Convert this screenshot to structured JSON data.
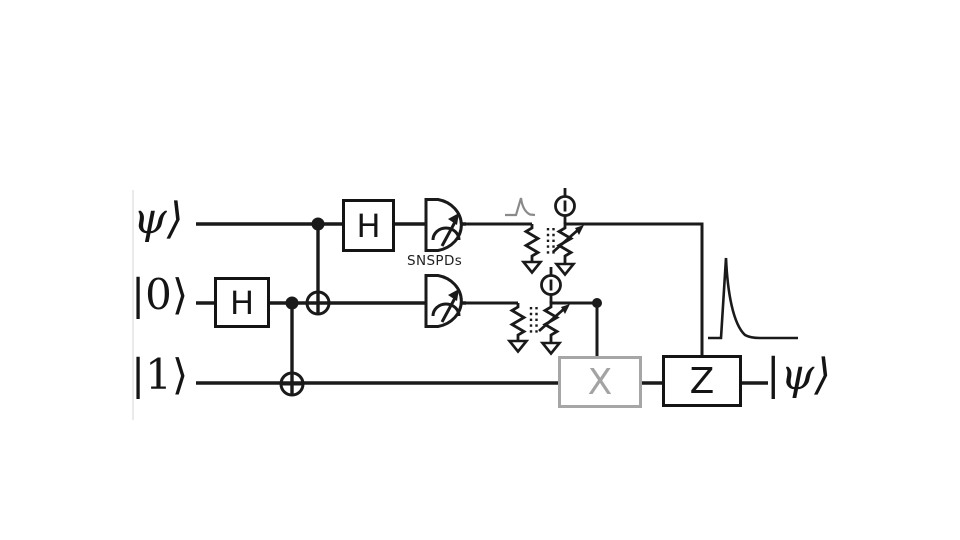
{
  "figure": {
    "input_labels": {
      "psi": "ψ⟩",
      "zero": "|0⟩",
      "one": "|1⟩"
    },
    "output_label": "|ψ⟩",
    "gate_labels": {
      "h1": "H",
      "h2": "H",
      "x": "X",
      "z": "Z"
    },
    "detector_label": "SNSPDs",
    "colors": {
      "ink": "#1a1a1a",
      "muted_gate": "#a6a6a6",
      "muted_pulse": "#8a8a8a",
      "background": "#ffffff"
    },
    "icons": [
      "photodetector-icon",
      "control-dot-icon",
      "cnot-target-icon",
      "resistor-icon",
      "variable-resistor-icon",
      "current-source-icon",
      "ground-icon",
      "pulse-waveform-icon"
    ]
  }
}
